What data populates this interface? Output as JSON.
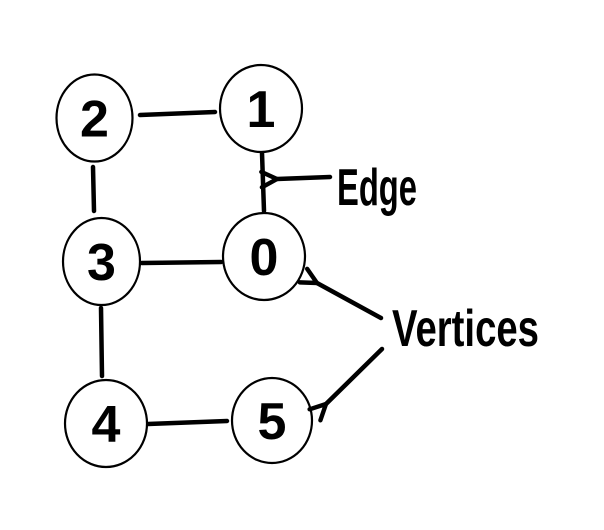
{
  "diagram": {
    "type": "undirected-graph",
    "background_color": "#ffffff",
    "ink_color": "#000000",
    "vertices": [
      {
        "label": "0"
      },
      {
        "label": "1"
      },
      {
        "label": "2"
      },
      {
        "label": "3"
      },
      {
        "label": "4"
      },
      {
        "label": "5"
      }
    ],
    "edges": [
      {
        "from": "2",
        "to": "1"
      },
      {
        "from": "2",
        "to": "3"
      },
      {
        "from": "1",
        "to": "0"
      },
      {
        "from": "3",
        "to": "0"
      },
      {
        "from": "3",
        "to": "4"
      },
      {
        "from": "4",
        "to": "5"
      }
    ],
    "annotations": {
      "edge": {
        "label": "Edge"
      },
      "vertices": {
        "label": "Vertices"
      }
    }
  }
}
